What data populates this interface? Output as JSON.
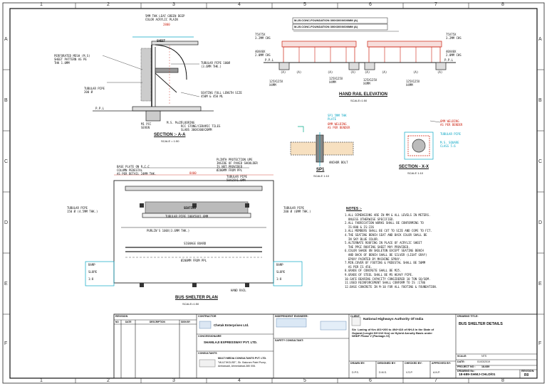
{
  "border": {
    "columns": [
      "1",
      "2",
      "3",
      "4",
      "5",
      "6",
      "7",
      "8"
    ],
    "rows": [
      "A",
      "B",
      "C",
      "D",
      "E",
      "F"
    ]
  },
  "section_aa": {
    "title": "SECTION :- A-A",
    "scale": "SCALE = 1:50",
    "labels": {
      "roof": "5MM THK LEAF GREEN DEEP\nCOLOR ACRYLIC PLAIN",
      "dim_top": "2800",
      "sheet": "SHEET",
      "mesh": "PERFORATED MESH (M.S)\nSHEET PATTERN AS PE\nTHK 1.0MM",
      "pipe_right": "TUBULAR PIPE 100Ø\n(3.6MM THK.)",
      "pipe_left": "TUBULAR PIPE\n200 Ø",
      "seating": "SEATING FULL LENGTH SIZE\n450M & 450 ML",
      "ppl": "P.P.L",
      "bolt": "M.S. Mu15",
      "pcc": "M1 PCC\nSEVEN",
      "pcc2": "FLOORING\nRCC STONE/CERAMIC TILES\nSLABS 300X300X20MM"
    }
  },
  "hand_rail": {
    "title": "HAND RAIL ELEVATION",
    "scale": "SCALE=1:50",
    "labels": {
      "foundation1": "M-25.CONC.FOUNDATION 300X300X600MM (A)",
      "foundation2": "M-25.CONC.FOUNDATION 300X300X600MM (A)",
      "left_top": "75X75X\n3.2MM CHS",
      "right_top": "75X75X\n3.2MM CHS",
      "left_mid": "40X40X\n2.0MM CHS",
      "right_mid": "40X40X\n2.0MM CHS",
      "ppl_left": "P.P.L",
      "ppl_right": "P.P.L",
      "m1": "125X125X\nX4MM",
      "m2": "125X125X\nX4MM",
      "m3": "125X125X\nX4MM",
      "m4": "125X125X\nX4MM",
      "a_tags": [
        "(A)",
        "(A)",
        "(A)",
        "(A)",
        "(A)",
        "(A)",
        "(A)",
        "(A)"
      ]
    }
  },
  "sp1": {
    "title": "SP1",
    "scale": "SCALE 1:10",
    "labels": {
      "plate": "SP1 5MM THK\nPLATE",
      "weld": "6MM WELDING\nAS PER BENDER",
      "anchor": "ANCHOR BOLT"
    }
  },
  "section_xx": {
    "title": "SECTION - X-X",
    "scale": "SCALE 1:10",
    "labels": {
      "weld": "6MM WELDING\nAS PER BENDER",
      "pipe": "TUBULAR PIPE",
      "mpc": "M.S. SQUARE\nCLASS 5.6"
    }
  },
  "plan": {
    "title": "BUS SHELTER PLAN",
    "scale": "SCALE=1:50",
    "labels": {
      "plinth": "PLINTH PROTECTION UPE\nINSIDE OF PAVED SHOULDER\nIS NOT PROVIDED\nØ200MM FROM PPL",
      "base": "BASE PLATE ON R.C.C\nCOLUMN PEDESTAL\nAS PER DETAIL 24MM THK.",
      "pipe_right": "TUBULAR PIPE\n50X25X1.6MM",
      "pipe_left": "TUBULAR PIPE\n150 Ø (4.5MM THK.)",
      "pipe_far_right": "TUBULAR PIPE\n200 Ø (6MM THK.)",
      "seating": "SEATING",
      "tpipe": "TUBULAR PIPE 100X50X1.6MM",
      "purlin": "PURLIN'S 100X(3.6MM THK.)",
      "signage": "SIGNAGE BOARD",
      "from_ppl": "Ø200MM FROM PPL",
      "ramp_l": "RAMP\n\nSLOPE\n\n1:8",
      "ramp_r": "RAMP\n\nSLOPE\n\n1:8",
      "hand_rail": "HAND RAIL",
      "dim": "8400"
    }
  },
  "notes": {
    "heading": "NOTES :-",
    "items": [
      "1.ALL DIMENSIONS ARE IN MM & ALL LEVELS IN METERS.",
      "  UNLESS OTHERWISE SPECIFIED.",
      "2.ALL FABRICATION WORKS SHALL BE CONFORMING TO",
      "  IS:800 & IS:226",
      "3.ALL MEMBERS SHALL BE CUT TO SIZE AND COPE TO FIT.",
      "4.THE SEATING BENCH SEAT AND BACK COLOR SHALL BE",
      "  IN SKY BLUE COLOR.",
      "5.ALTERNATE ROOFING IN PLACE OF ACRYLIC SHEET",
      "  THE PPGI ROOFING SHEET MAY PROVIDED.",
      "6.COLOR SHADE ON SKELETON EXCEPT SEATING BENCH",
      "  AND BACK OF BENCH SHALL BE SILVER (LIGHT GRAY)",
      "  EPOXY PAINTED BY MACHINE SPRAY.",
      "7.MIN.COVER OF FOOTING & PEDESTAL SHALL BE 50MM",
      "  AS PER IS 456.",
      "8.GRADE OF CONCRETE SHALL BE M25.",
      "9.GRADE OF STEEL SHALL BE MS HEAVY PIPE.",
      "10.SAFE BEARING CAPACITY CONSIDERED 10 TON SQ/SQM.",
      "11.USED REINFORCEMENT SHALL CONFORM TO IS :1786",
      "12.BASE CONCRETE IN M-10 FOR ALL FOOTING & FOUNDATION."
    ]
  },
  "title_block": {
    "revision_heading": "REVISION",
    "revision_cols": [
      "NO",
      "DATE",
      "DESCRIPTION",
      "SIGN BY"
    ],
    "contractor_heading": "CONTRACTOR",
    "contractor": "Chetak Enterprises Ltd.",
    "concessionaire_heading": "CONCESSIONAIRE",
    "concessionaire": "SHAMLAJI EXPRESSWAY PVT. LTD.",
    "consultants_heading": "CONSULTANTS",
    "consultant": "MULTI MEDIA CONSULTANTS PVT. LTD.",
    "consultant_addr": "\"MULTIHOUSE\", Sh. Baluram Patel Pump,\nAmbawadi, Ahmedabad-380 006.",
    "independent_heading": "INDEPENDENT ENGINEER:",
    "safety_heading": "SAFETY CONSULTANT:",
    "client_heading": "CLIENT",
    "client": "National Highways Authority Of India",
    "project": "Six  Laning of Km 401+200 to 494+410 of NH-8 in the State of\nGujarat (Lenght 93+210 Km) on Hybrid Annuity Basis under\nNHDP Phase V (Package-VI)",
    "drawn_by_h": "DRAWN BY:",
    "drawn_by": "D.P.S.",
    "designed_by_h": "DESIGNED BY:",
    "designed_by": "D.M.S.",
    "checked_by_h": "CHECKED BY:",
    "checked_by": "V.S.P.",
    "approved_by_h": "APPROVED BY:",
    "approved_by": "A.N.P.",
    "drawing_title_h": "DRAWING TITLE:",
    "drawing_title": "BUS SHELTER DETAILS",
    "scale_h": "SCALE:",
    "scale": "NTS",
    "date_h": "DATE:",
    "date": "01/03/2019",
    "project_no_h": "PROJECT NO :",
    "project_no": "18-689",
    "drawing_no_h": "DRAWING No :",
    "drawing_no": "18-689-SHMJ-CHLD/01",
    "revision_h": "REVISION:",
    "revision": "R0"
  }
}
